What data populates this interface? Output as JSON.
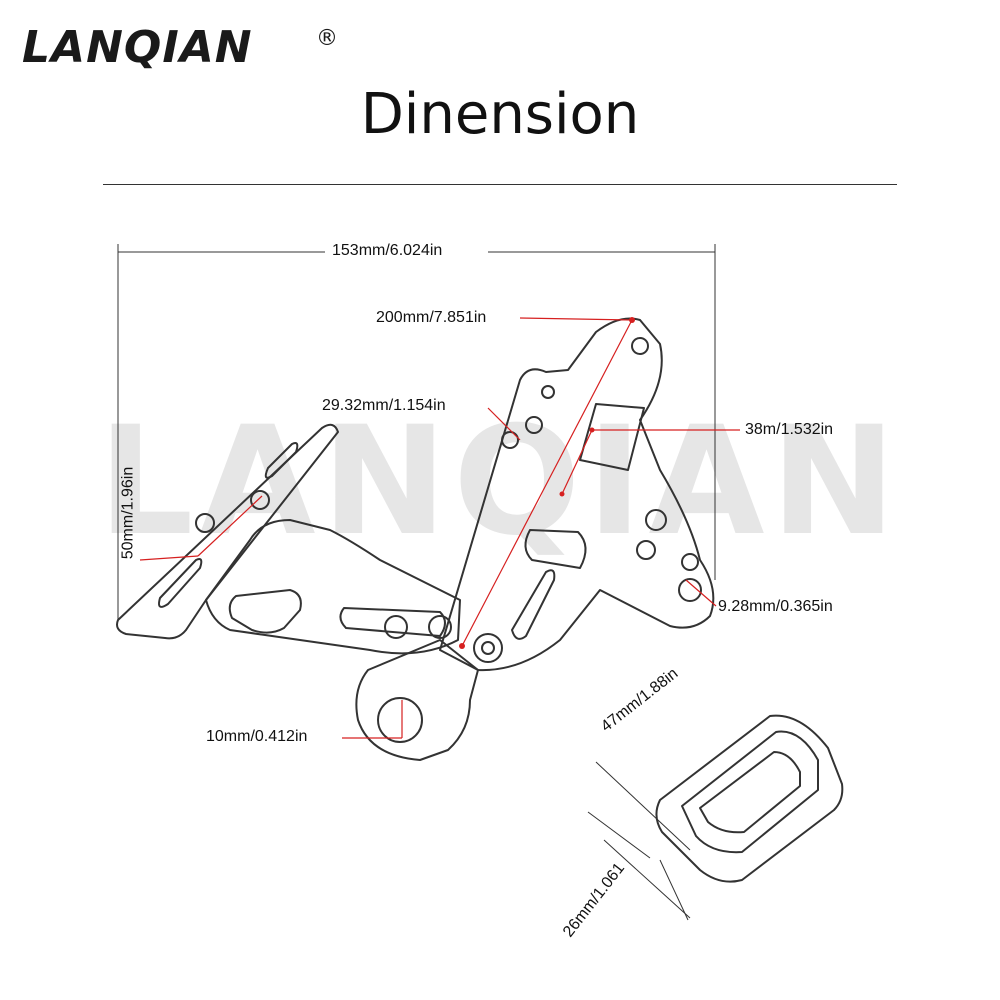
{
  "brand": {
    "name": "LANQIAN",
    "mark": "®",
    "watermark": "LANQIAN"
  },
  "title": "Dinension",
  "dimensions": {
    "overall_width": "153mm/6.024in",
    "total_length": "200mm/7.851in",
    "hole_spacing": "29.32mm/1.154in",
    "slot_width": "38m/1.532in",
    "plate_height": "50mm/1.96in",
    "hole_diameter": "9.28mm/0.365in",
    "mount_hole": "10mm/0.412in",
    "block_length": "47mm/1.88in",
    "block_height": "26mm/1.061"
  },
  "colors": {
    "leader": "#d62020",
    "line": "#333333",
    "watermark": "#e6e6e6"
  }
}
